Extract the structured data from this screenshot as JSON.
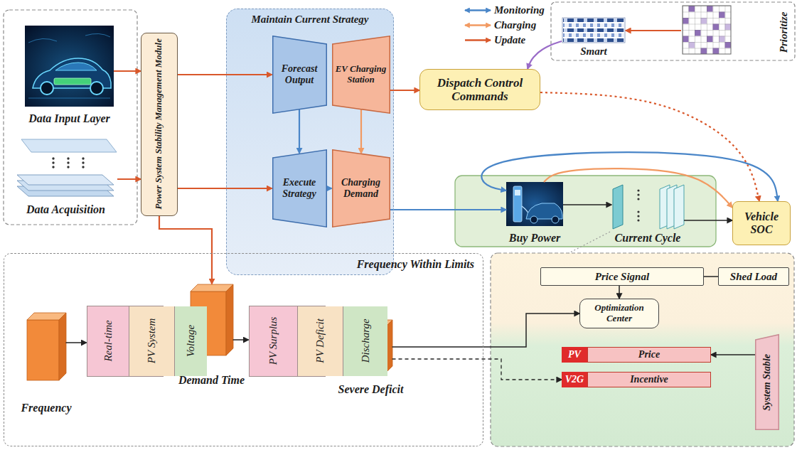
{
  "diagram": {
    "nodes": [
      {
        "text": [
          "Data Input Layer"
        ]
      },
      {
        "text": [
          "Data Acquisition"
        ]
      },
      {
        "text": [
          "Power System Stability Management Module"
        ]
      },
      {
        "text": [
          "Maintain Current Strategy"
        ]
      },
      {
        "text": [
          "Forecast Output"
        ],
        "in": 3
      },
      {
        "text": [
          "EV Charging Station"
        ],
        "in": 3
      },
      {
        "text": [
          "Execute Strategy"
        ],
        "in": 3
      },
      {
        "text": [
          "Charging Demand"
        ],
        "in": 3
      },
      {
        "text": [
          "Dispatch Control Commands"
        ]
      },
      {
        "text": [
          "Smart"
        ]
      },
      {
        "text": [
          "Prioritize"
        ]
      },
      {
        "text": [
          "Buy Power"
        ]
      },
      {
        "text": [
          "Current Cycle"
        ]
      },
      {
        "text": [
          "Vehicle SOC"
        ]
      },
      {
        "text": [
          "Frequency Within Limits"
        ]
      },
      {
        "text": [
          "Frequency"
        ],
        "in": 14
      },
      {
        "text": [
          "Real-time",
          "PV System",
          "Voltage"
        ],
        "in": 14
      },
      {
        "text": [
          "Demand Time"
        ],
        "in": 14
      },
      {
        "text": [
          "PV Surplus",
          "PV Deficit",
          "Discharge"
        ],
        "in": 14
      },
      {
        "text": [
          "Severe Deficit"
        ],
        "in": 14
      },
      {
        "text": [
          "Price Signal"
        ]
      },
      {
        "text": [
          "Shed Load"
        ]
      },
      {
        "text": [
          "Optimization Center"
        ]
      },
      {
        "text": [
          "PV",
          "Price"
        ]
      },
      {
        "text": [
          "V2G",
          "Incentive"
        ]
      },
      {
        "text": [
          "System Stable"
        ]
      }
    ],
    "edges": [
      {
        "from": 0,
        "to": 2,
        "arrow": "to"
      },
      {
        "from": 1,
        "to": 2,
        "arrow": "to"
      },
      {
        "from": 2,
        "to": 4,
        "arrow": "to"
      },
      {
        "from": 2,
        "to": 6,
        "arrow": "to"
      },
      {
        "from": 2,
        "to": 17,
        "arrow": "to"
      },
      {
        "from": 4,
        "to": 6,
        "arrow": "to"
      },
      {
        "from": 5,
        "to": 7,
        "arrow": "to"
      },
      {
        "from": 6,
        "to": 7,
        "arrow": "to"
      },
      {
        "from": 5,
        "to": 8,
        "arrow": "to"
      },
      {
        "from": 10,
        "to": 9,
        "arrow": "to"
      },
      {
        "from": 9,
        "to": 8,
        "arrow": "to"
      },
      {
        "from": 8,
        "to": 13,
        "arrow": "to"
      },
      {
        "from": 7,
        "to": 11,
        "arrow": "to"
      },
      {
        "from": 11,
        "to": 12,
        "arrow": "to"
      },
      {
        "from": 12,
        "to": 13,
        "arrow": "to"
      },
      {
        "from": 11,
        "to": 13,
        "arrow": "both"
      },
      {
        "from": 11,
        "to": 13,
        "arrow": "to"
      },
      {
        "from": 15,
        "to": 16,
        "arrow": "to"
      },
      {
        "from": 16,
        "to": 17,
        "arrow": "to"
      },
      {
        "from": 17,
        "to": 18,
        "arrow": "to"
      },
      {
        "from": 18,
        "to": 19,
        "arrow": "to"
      },
      {
        "from": 19,
        "to": 22,
        "arrow": "to"
      },
      {
        "from": 19,
        "to": 24,
        "arrow": "to"
      },
      {
        "from": 20,
        "to": 22,
        "arrow": "to"
      },
      {
        "from": 21,
        "to": 20,
        "arrow": "none"
      },
      {
        "from": 25,
        "to": 23,
        "arrow": "to"
      }
    ],
    "legend": [
      {
        "text": "Monitoring"
      },
      {
        "text": "Charging"
      },
      {
        "text": "Update"
      }
    ]
  }
}
